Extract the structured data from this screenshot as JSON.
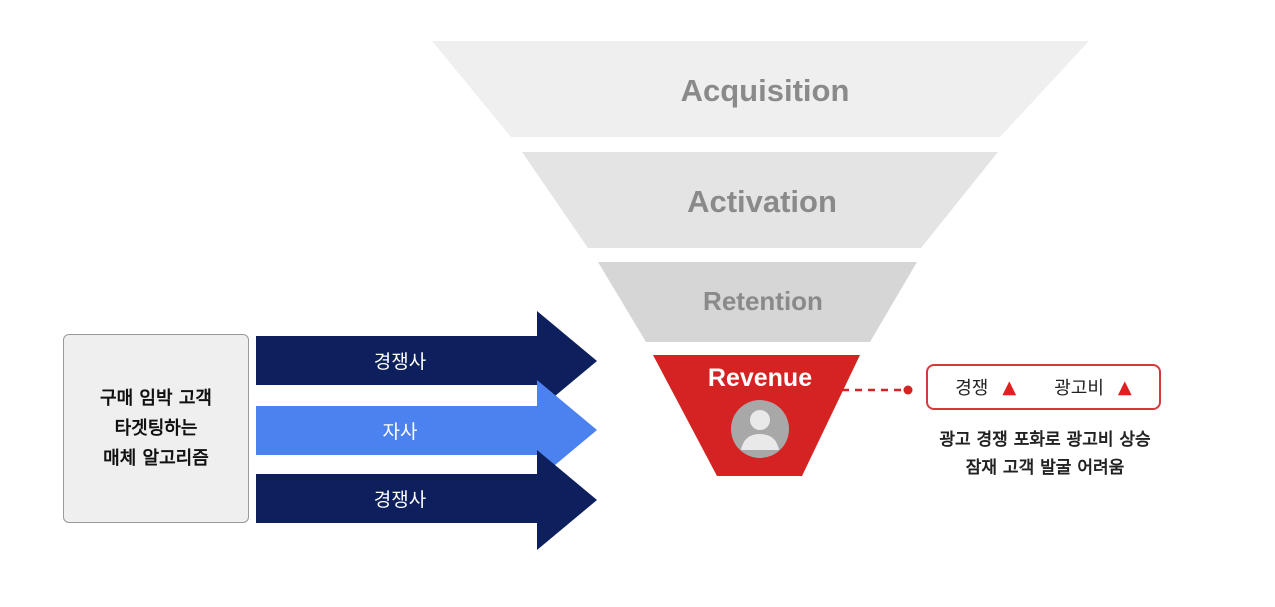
{
  "funnel": {
    "stages": [
      {
        "label": "Acquisition"
      },
      {
        "label": "Activation"
      },
      {
        "label": "Retention"
      },
      {
        "label": "Revenue"
      }
    ]
  },
  "source_box": {
    "lines": [
      "구매 임박 고객",
      "타겟팅하는",
      "매체 알고리즘"
    ]
  },
  "arrows": [
    {
      "label": "경쟁사"
    },
    {
      "label": "자사"
    },
    {
      "label": "경쟁사"
    }
  ],
  "badge": {
    "item1": "경쟁",
    "item2": "광고비",
    "up_symbol": "▲"
  },
  "note": {
    "lines": [
      "광고 경쟁 포화로 광고비 상승",
      "잠재 고객 발굴 어려움"
    ]
  },
  "colors": {
    "stage_light": "#efefef",
    "stage_mid": "#e4e4e4",
    "stage_dark": "#d6d6d6",
    "revenue": "#d52222",
    "competitor_arrow": "#0d1f5c",
    "own_arrow": "#4c82f0",
    "badge_border": "#d33b3b",
    "dashed_line": "#d52222"
  },
  "icons": {
    "revenue_icon": "user-avatar-icon",
    "badge_indicator": "up-triangle-icon"
  }
}
